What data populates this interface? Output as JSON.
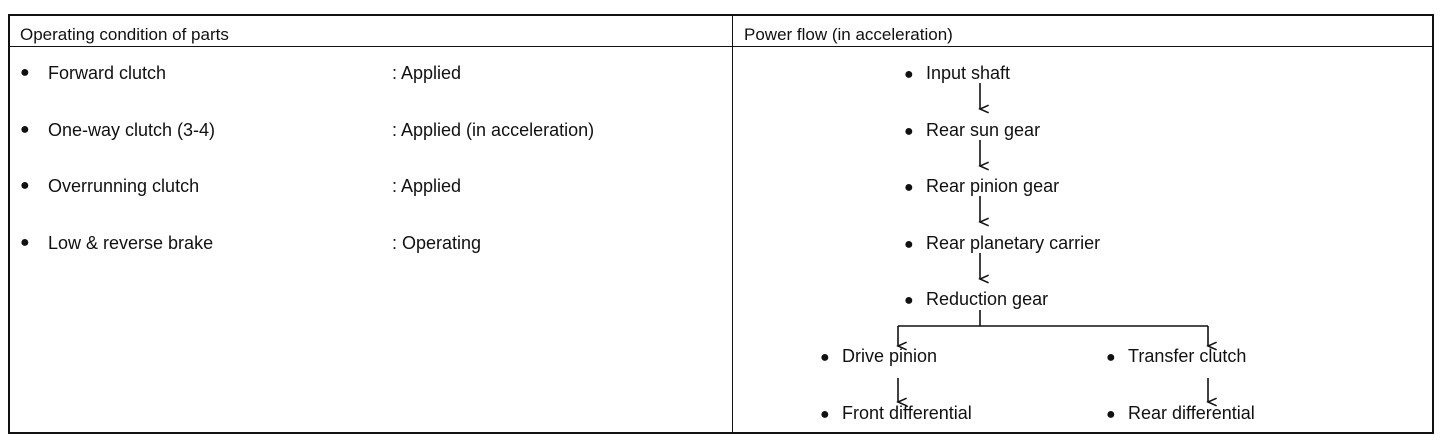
{
  "table": {
    "left_header": "Operating condition of parts",
    "right_header": "Power flow (in acceleration)",
    "parts": [
      {
        "bullet": "●",
        "name": "Forward clutch",
        "status": ": Applied"
      },
      {
        "bullet": "●",
        "name": "One-way clutch (3-4)",
        "status": ": Applied (in acceleration)"
      },
      {
        "bullet": "●",
        "name": "Overrunning clutch",
        "status": ": Applied"
      },
      {
        "bullet": "●",
        "name": "Low & reverse brake",
        "status": ": Operating"
      }
    ],
    "flow": {
      "bullet": "●",
      "main_chain": [
        "Input shaft",
        "Rear sun gear",
        "Rear pinion gear",
        "Rear planetary carrier",
        "Reduction gear"
      ],
      "left_branch": [
        "Drive pinion",
        "Front differential"
      ],
      "right_branch": [
        "Transfer clutch",
        "Rear differential"
      ]
    }
  }
}
